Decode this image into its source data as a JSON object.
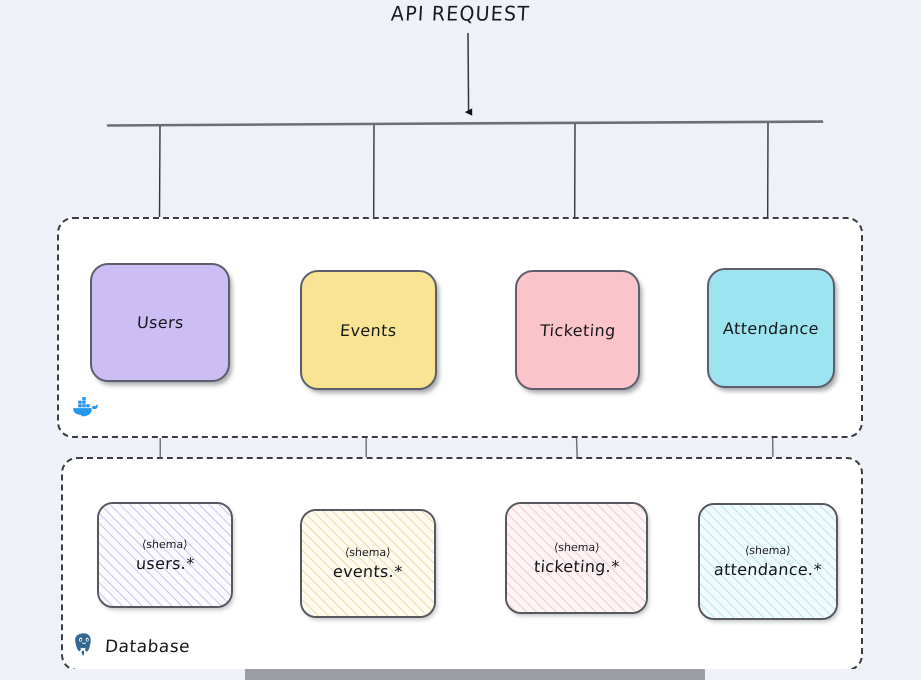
{
  "page": {
    "title": "API REQUEST",
    "background_color": "#eef2f8"
  },
  "services_group": {
    "name": "services-container",
    "legend_label": "",
    "icon": "docker-icon",
    "icon_color": "#2496ed",
    "services": [
      {
        "label": "Users",
        "fill": "#cdbdf5",
        "stroke": "#5c5f6b"
      },
      {
        "label": "Events",
        "fill": "#f8e492",
        "stroke": "#5c5f6b"
      },
      {
        "label": "Ticketing",
        "fill": "#fbc4ca",
        "stroke": "#5c5f6b"
      },
      {
        "label": "Attendance",
        "fill": "#9ce4ef",
        "stroke": "#5c5f6b"
      }
    ]
  },
  "database_group": {
    "name": "database-container",
    "legend_label": "Database",
    "icon": "postgresql-icon",
    "icon_color": "#336791",
    "schema_kind": "⟨shema⟩",
    "schemas": [
      {
        "name": "users.*",
        "fill": "#fbfaff",
        "hatch": "#c9bff0"
      },
      {
        "name": "events.*",
        "fill": "#fdfaef",
        "hatch": "#e8d9a4"
      },
      {
        "name": "ticketing.*",
        "fill": "#fdf5f5",
        "hatch": "#eec8cc"
      },
      {
        "name": "attendance.*",
        "fill": "#f0fbfd",
        "hatch": "#b8e2ea"
      }
    ]
  },
  "scrollbar": {
    "orientation": "horizontal",
    "thumb_color": "#9a9da3"
  }
}
